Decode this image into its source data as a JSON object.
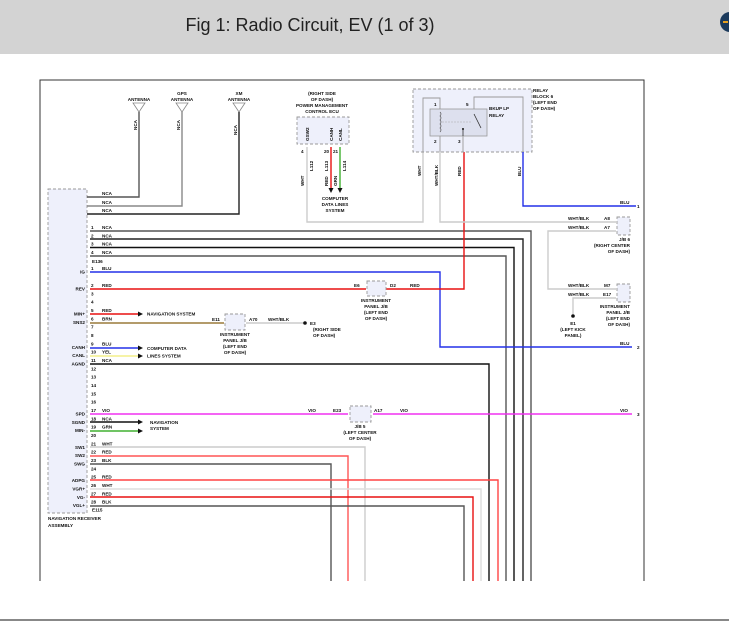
{
  "header": {
    "title": "Fig 1: Radio Circuit, EV (1 of 3)",
    "nav_icon": "arrow-circle-icon"
  },
  "colors": {
    "blu": "#2430e8",
    "red": "#e81010",
    "brn": "#9a7a3a",
    "yel": "#f4ef8a",
    "grn": "#40b030",
    "vio": "#f030f0",
    "wht": "#cccccc",
    "blk": "#222222",
    "header_bg": "#d3d3d3"
  },
  "antennas": [
    {
      "label": [
        "",
        "ANTENNA"
      ],
      "wire": "NCA"
    },
    {
      "label": [
        "GPS",
        "ANTENNA"
      ],
      "wire": "NCA"
    },
    {
      "label": [
        "XM",
        "ANTENNA"
      ],
      "wire": "NCA"
    }
  ],
  "receiver": {
    "name": [
      "NAVIGATION RECEIVER",
      "ASSEMBLY"
    ],
    "connector_top": "E136",
    "connector_bottom": "E115",
    "antenna_wires": [
      "NCA",
      "NCA",
      "NCA"
    ],
    "top_pins": [
      {
        "pin": "1",
        "wire": "NCA"
      },
      {
        "pin": "2",
        "wire": "NCA"
      },
      {
        "pin": "3",
        "wire": "NCA"
      },
      {
        "pin": "4",
        "wire": "NCA"
      }
    ],
    "pins": [
      {
        "pin": "1",
        "term": "IG",
        "wire": "BLU"
      },
      {
        "pin": "2",
        "term": "REV",
        "wire": "RED"
      },
      {
        "pin": "3",
        "term": "",
        "wire": ""
      },
      {
        "pin": "4",
        "term": "",
        "wire": ""
      },
      {
        "pin": "5",
        "term": "MIN+",
        "wire": "RED"
      },
      {
        "pin": "6",
        "term": "SNS2",
        "wire": "BRN"
      },
      {
        "pin": "7",
        "term": "",
        "wire": ""
      },
      {
        "pin": "8",
        "term": "",
        "wire": ""
      },
      {
        "pin": "9",
        "term": "CANH",
        "wire": "BLU"
      },
      {
        "pin": "10",
        "term": "CANL",
        "wire": "YEL"
      },
      {
        "pin": "11",
        "term": "AGND",
        "wire": "NCA"
      },
      {
        "pin": "12",
        "term": "",
        "wire": ""
      },
      {
        "pin": "13",
        "term": "",
        "wire": ""
      },
      {
        "pin": "14",
        "term": "",
        "wire": ""
      },
      {
        "pin": "15",
        "term": "",
        "wire": ""
      },
      {
        "pin": "16",
        "term": "",
        "wire": ""
      },
      {
        "pin": "17",
        "term": "SPD",
        "wire": "VIO"
      },
      {
        "pin": "18",
        "term": "SGND",
        "wire": "NCA"
      },
      {
        "pin": "19",
        "term": "MIN-",
        "wire": "GRN"
      },
      {
        "pin": "20",
        "term": "",
        "wire": ""
      },
      {
        "pin": "21",
        "term": "SW1",
        "wire": "WHT"
      },
      {
        "pin": "22",
        "term": "SW2",
        "wire": "RED"
      },
      {
        "pin": "23",
        "term": "SWG",
        "wire": "BLK"
      },
      {
        "pin": "24",
        "term": "",
        "wire": ""
      },
      {
        "pin": "25",
        "term": "ADPG",
        "wire": "RED"
      },
      {
        "pin": "26",
        "term": "VGR+",
        "wire": "WHT"
      },
      {
        "pin": "27",
        "term": "VG-",
        "wire": "RED"
      },
      {
        "pin": "28",
        "term": "VGL+",
        "wire": "BLK"
      }
    ]
  },
  "ecu": {
    "label": [
      "(RIGHT SIDE",
      "OF DASH)",
      "POWER MANAGEMENT",
      "CONTROL ECU"
    ],
    "terminals": [
      "GSW2",
      "CANH",
      "CANL"
    ],
    "pin_numbers": [
      "4",
      "20",
      "21"
    ],
    "wires": [
      "WHT",
      "RED",
      "GRN"
    ],
    "connector": [
      "L112",
      "L113",
      "L114"
    ],
    "dest": [
      "COMPUTER",
      "DATA LINES",
      "SYSTEM"
    ]
  },
  "relay_block": {
    "label": [
      "RELAY",
      "BLOCK 6",
      "(LEFT END",
      "OF DASH)"
    ],
    "relay_name": [
      "BKUP LP",
      "RELAY"
    ],
    "pins": [
      "1",
      "5",
      "2",
      "3"
    ],
    "wires": [
      "WHT",
      "WHT/BLK",
      "RED",
      "BLU"
    ]
  },
  "nav_system": "NAVIGATION SYSTEM",
  "nav_system_2": [
    "NAVIGATION",
    "SYSTEM"
  ],
  "computer_data": [
    "COMPUTER DATA",
    "LINES SYSTEM"
  ],
  "ip_jb_1": {
    "left": "E11",
    "right": "A70",
    "wire": "WHT/BLK",
    "label": [
      "INSTRUMENT",
      "PANEL J/B",
      "(LEFT END",
      "OF DASH)"
    ],
    "ground": [
      "E3",
      "(RIGHT SIDE",
      "OF DASH)"
    ]
  },
  "ip_jb_2": {
    "left": "E6",
    "right": "D2",
    "wire": "RED",
    "label": [
      "INSTRUMENT",
      "PANEL J/B",
      "(LEFT END",
      "OF DASH)"
    ]
  },
  "jb5": {
    "left": "E23",
    "right": "A17",
    "wire_left": "VIO",
    "wire_right": "VIO",
    "label": [
      "J/B 5",
      "(LEFT CENTER",
      "OF DASH)"
    ]
  },
  "jb6": {
    "pins": [
      "A8",
      "A7"
    ],
    "wires": [
      "WHT/BLK",
      "WHT/BLK"
    ],
    "label": [
      "J/B 6",
      "(RIGHT CENTER",
      "OF DASH)"
    ]
  },
  "ip_jb_3": {
    "pins": [
      "M7",
      "E17"
    ],
    "wires": [
      "WHT/BLK",
      "WHT/BLK"
    ],
    "label": [
      "INSTRUMENT",
      "PANEL J/B",
      "(LEFT END",
      "OF DASH)"
    ]
  },
  "ground_e1": [
    "E1",
    "(LEFT KICK",
    "PANEL)"
  ],
  "offpage": [
    {
      "wire": "BLU",
      "ref": "1"
    },
    {
      "wire": "BLU",
      "ref": "2"
    },
    {
      "wire": "VIO",
      "ref": "3"
    }
  ]
}
